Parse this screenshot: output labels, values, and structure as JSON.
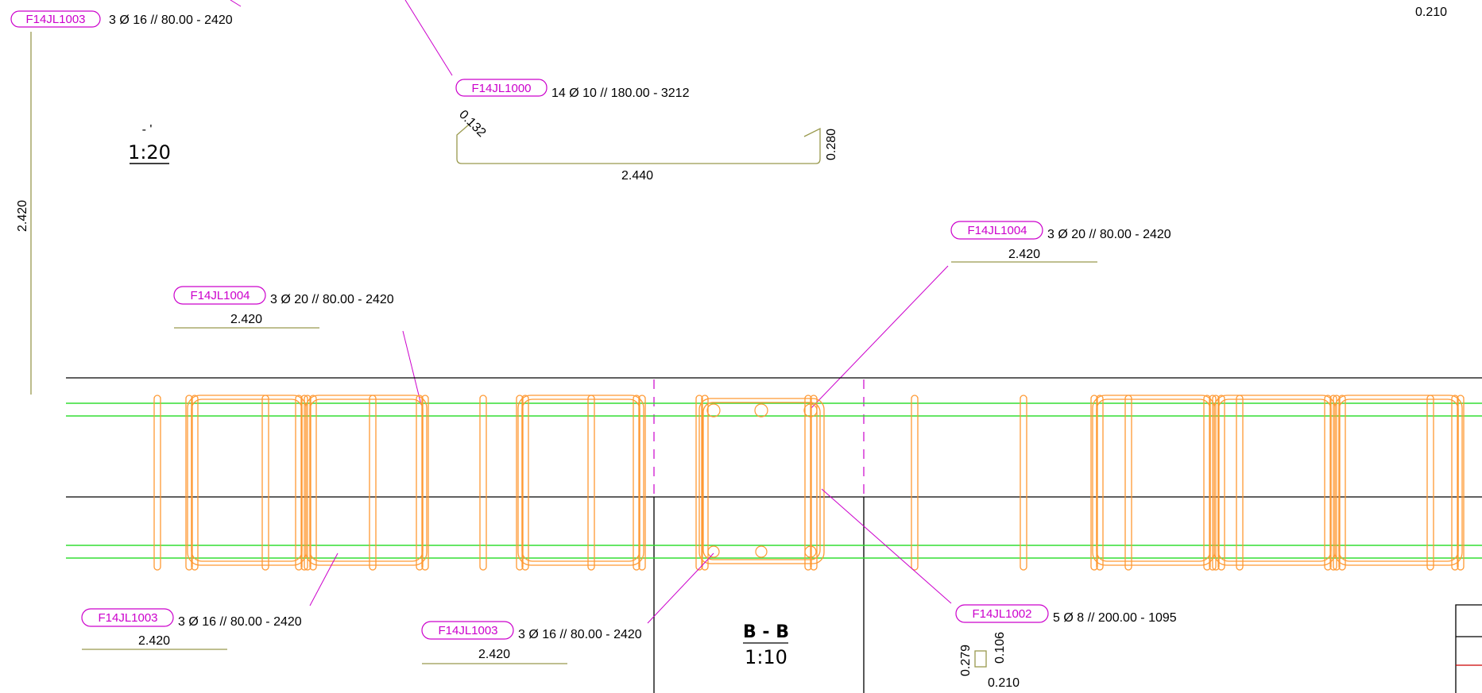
{
  "scale_main": "1:20",
  "scale_main_mark": "- '",
  "section": {
    "title": "B - B",
    "scale": "1:10"
  },
  "top_right_dim": "0.210",
  "labels": [
    {
      "tag": "F14JL1003",
      "desc": "3 Ø 16 // 80.00 - 2420",
      "len": ""
    },
    {
      "tag": "F14JL1000",
      "desc": "14 Ø 10 // 180.00 - 3212",
      "len": ""
    },
    {
      "tag": "F14JL1004",
      "desc": "3 Ø 20 // 80.00 - 2420",
      "len": "2.420"
    },
    {
      "tag": "F14JL1004",
      "desc": "3 Ø 20 // 80.00 - 2420",
      "len": "2.420"
    },
    {
      "tag": "F14JL1003",
      "desc": "3 Ø 16 // 80.00 - 2420",
      "len": "2.420"
    },
    {
      "tag": "F14JL1003",
      "desc": "3 Ø 16 // 80.00 - 2420",
      "len": "2.420"
    },
    {
      "tag": "F14JL1002",
      "desc": "5 Ø 8 // 200.00 - 1095",
      "len": ""
    }
  ],
  "bar_vertical_len": "2.420",
  "bar_shape": {
    "hook": "0.132",
    "width": "2.440",
    "height": "0.280"
  },
  "small_shape": {
    "h1": "0.279",
    "h2": "0.106",
    "w": "0.210"
  },
  "colors": {
    "tag": "#cc00cc",
    "stirrup": "#ff9933",
    "long_bar": "#33dd33",
    "bar_shape": "#99994d",
    "line": "#000000"
  }
}
